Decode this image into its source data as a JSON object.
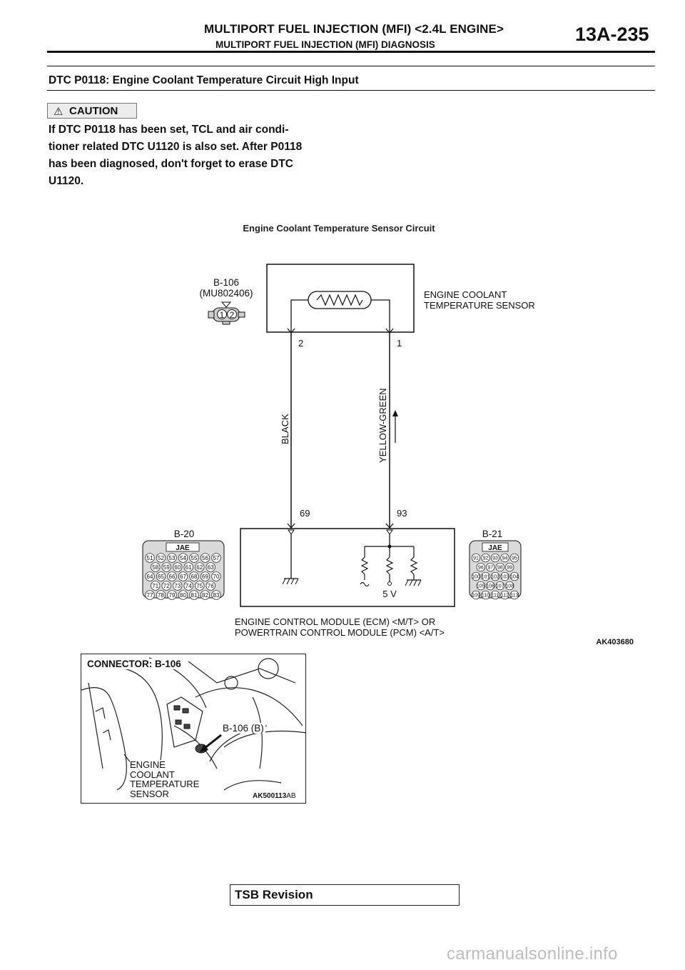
{
  "header": {
    "title": "MULTIPORT FUEL INJECTION (MFI) <2.4L ENGINE>",
    "subtitle": "MULTIPORT FUEL INJECTION (MFI) DIAGNOSIS",
    "page_number": "13A-235"
  },
  "dtc_title": "DTC P0118: Engine Coolant Temperature Circuit High Input",
  "caution": {
    "label": "CAUTION",
    "lines": [
      "If DTC P0118 has been set, TCL and air condi-",
      "tioner related DTC U1120 is also set. After P0118",
      "has been diagnosed, don't forget to erase DTC",
      "U1120."
    ]
  },
  "diagram": {
    "title": "Engine Coolant Temperature Sensor Circuit",
    "sensor_connector": "B-106",
    "sensor_part_number": "(MU802406)",
    "sensor_pins": [
      "1",
      "2"
    ],
    "sensor_name_lines": [
      "ENGINE COOLANT",
      "TEMPERATURE SENSOR"
    ],
    "sensor_terminal_left": "2",
    "sensor_terminal_right": "1",
    "wire_left": "BLACK",
    "wire_right": "YELLOW-GREEN",
    "ecm_terminal_left": "69",
    "ecm_terminal_right": "93",
    "connector_left": "B-20",
    "connector_right": "B-21",
    "connector_brand": "JAE",
    "b20_rows": [
      [
        "51",
        "52",
        "53",
        "54",
        "55",
        "56",
        "57"
      ],
      [
        "58",
        "59",
        "60",
        "61",
        "62",
        "63"
      ],
      [
        "64",
        "65",
        "66",
        "67",
        "68",
        "69",
        "70"
      ],
      [
        "71",
        "72",
        "73",
        "74",
        "75",
        "76"
      ],
      [
        "77",
        "78",
        "79",
        "80",
        "81",
        "82",
        "83"
      ]
    ],
    "b21_rows": [
      [
        "91",
        "92",
        "93",
        "94",
        "95"
      ],
      [
        "96",
        "97",
        "98",
        "99"
      ],
      [
        "100",
        "101",
        "102",
        "103",
        "104"
      ],
      [
        "105",
        "106",
        "107",
        "108"
      ],
      [
        "109",
        "110",
        "111",
        "112",
        "113"
      ]
    ],
    "voltage_label": "5 V",
    "ecm_name_lines": [
      "ENGINE CONTROL MODULE (ECM) <M/T> OR",
      "POWERTRAIN CONTROL MODULE (PCM) <A/T>"
    ],
    "figure_id": "AK403680"
  },
  "photo": {
    "connector_label": "CONNECTOR: B-106",
    "pointer_label": "B-106 (B)",
    "component_lines": [
      "ENGINE",
      "COOLANT",
      "TEMPERATURE",
      "SENSOR"
    ],
    "figure_id_main": "AK500113",
    "figure_id_suffix": "AB"
  },
  "footer": {
    "tsb_label": "TSB Revision",
    "watermark": "carmanualsonline.info"
  }
}
